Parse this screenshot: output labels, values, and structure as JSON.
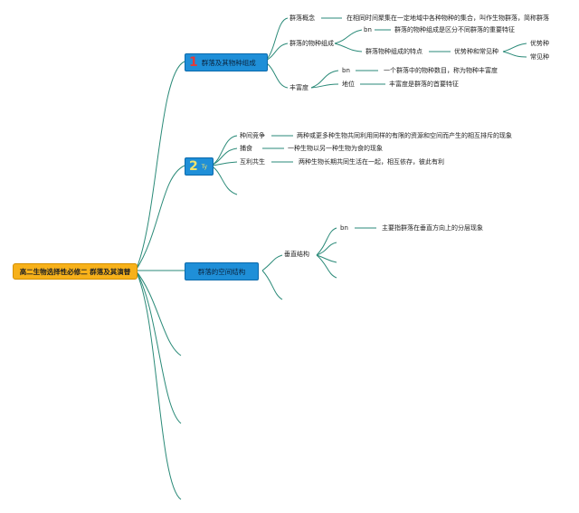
{
  "root": {
    "label": "高二生物选择性必修二 群落及其演替"
  },
  "branches": [
    {
      "num": "1",
      "label": "群落及其物种组成"
    },
    {
      "num": "2",
      "label": "Ty"
    },
    {
      "label": "群落的空间结构"
    }
  ],
  "b1": {
    "concept": {
      "label": "群落概念",
      "desc": "在相同时间聚集在一定地域中各种物种的集合，叫作生物群落，简称群落"
    },
    "composition": {
      "label": "群落的物种组成",
      "bn": {
        "label": "bn",
        "desc": "群落的物种组成是区分不同群落的重要特征"
      },
      "features": {
        "label": "群落物种组成的特点",
        "sub": "优势种和常见种",
        "items": [
          "优势种",
          "常见种"
        ]
      }
    },
    "richness": {
      "label": "丰富度",
      "bn": {
        "label": "bn",
        "desc": "一个群落中的物种数目，称为物种丰富度"
      },
      "status": {
        "label": "地位",
        "desc": "丰富度是群落的首要特征"
      }
    }
  },
  "b2": {
    "items": [
      {
        "label": "种间竞争",
        "desc": "两种或更多种生物共同利用同样的有限的资源和空间而产生的相互排斥的现象"
      },
      {
        "label": "捕食",
        "desc": "一种生物以另一种生物为食的现象"
      },
      {
        "label": "互利共生",
        "desc": "两种生物长期共同生活在一起，相互依存，彼此有利"
      }
    ]
  },
  "b3": {
    "vertical": {
      "label": "垂直结构",
      "bn": {
        "label": "bn",
        "desc": "主要指群落在垂直方向上的分层现象"
      }
    }
  },
  "colors": {
    "line": "#2a8a78",
    "root_fill": "#f7b11a",
    "branch_fill": "#1f8fd8"
  }
}
